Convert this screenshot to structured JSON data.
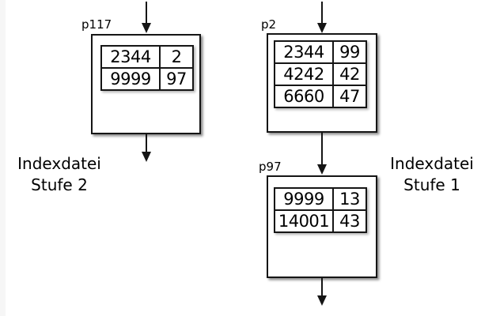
{
  "diagram": {
    "nodes": [
      {
        "label": "p117",
        "rows": [
          [
            "2344",
            "2"
          ],
          [
            "9999",
            "97"
          ]
        ]
      },
      {
        "label": "p2",
        "rows": [
          [
            "2344",
            "99"
          ],
          [
            "4242",
            "42"
          ],
          [
            "6660",
            "47"
          ]
        ]
      },
      {
        "label": "p97",
        "rows": [
          [
            "9999",
            "13"
          ],
          [
            "14001",
            "43"
          ]
        ]
      }
    ],
    "captions": [
      {
        "line1": "Indexdatei",
        "line2": "Stufe 2"
      },
      {
        "line1": "Indexdatei",
        "line2": "Stufe 1"
      }
    ],
    "colors": {
      "line": "#151515",
      "background": "#ffffff",
      "shadow": "rgba(0,0,0,0.45)"
    }
  }
}
